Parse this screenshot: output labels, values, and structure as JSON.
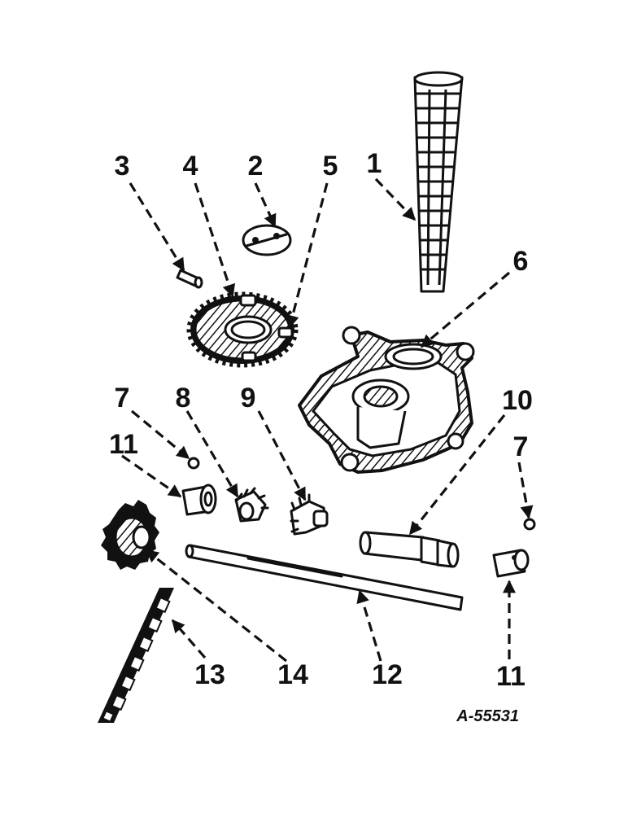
{
  "callouts": {
    "c1": "1",
    "c2": "2",
    "c3": "3",
    "c4": "4",
    "c5": "5",
    "c6": "6",
    "c7a": "7",
    "c7b": "7",
    "c8": "8",
    "c9": "9",
    "c10": "10",
    "c11a": "11",
    "c11b": "11",
    "c12": "12",
    "c13": "13",
    "c14": "14"
  },
  "drawing_number": "A-55531"
}
